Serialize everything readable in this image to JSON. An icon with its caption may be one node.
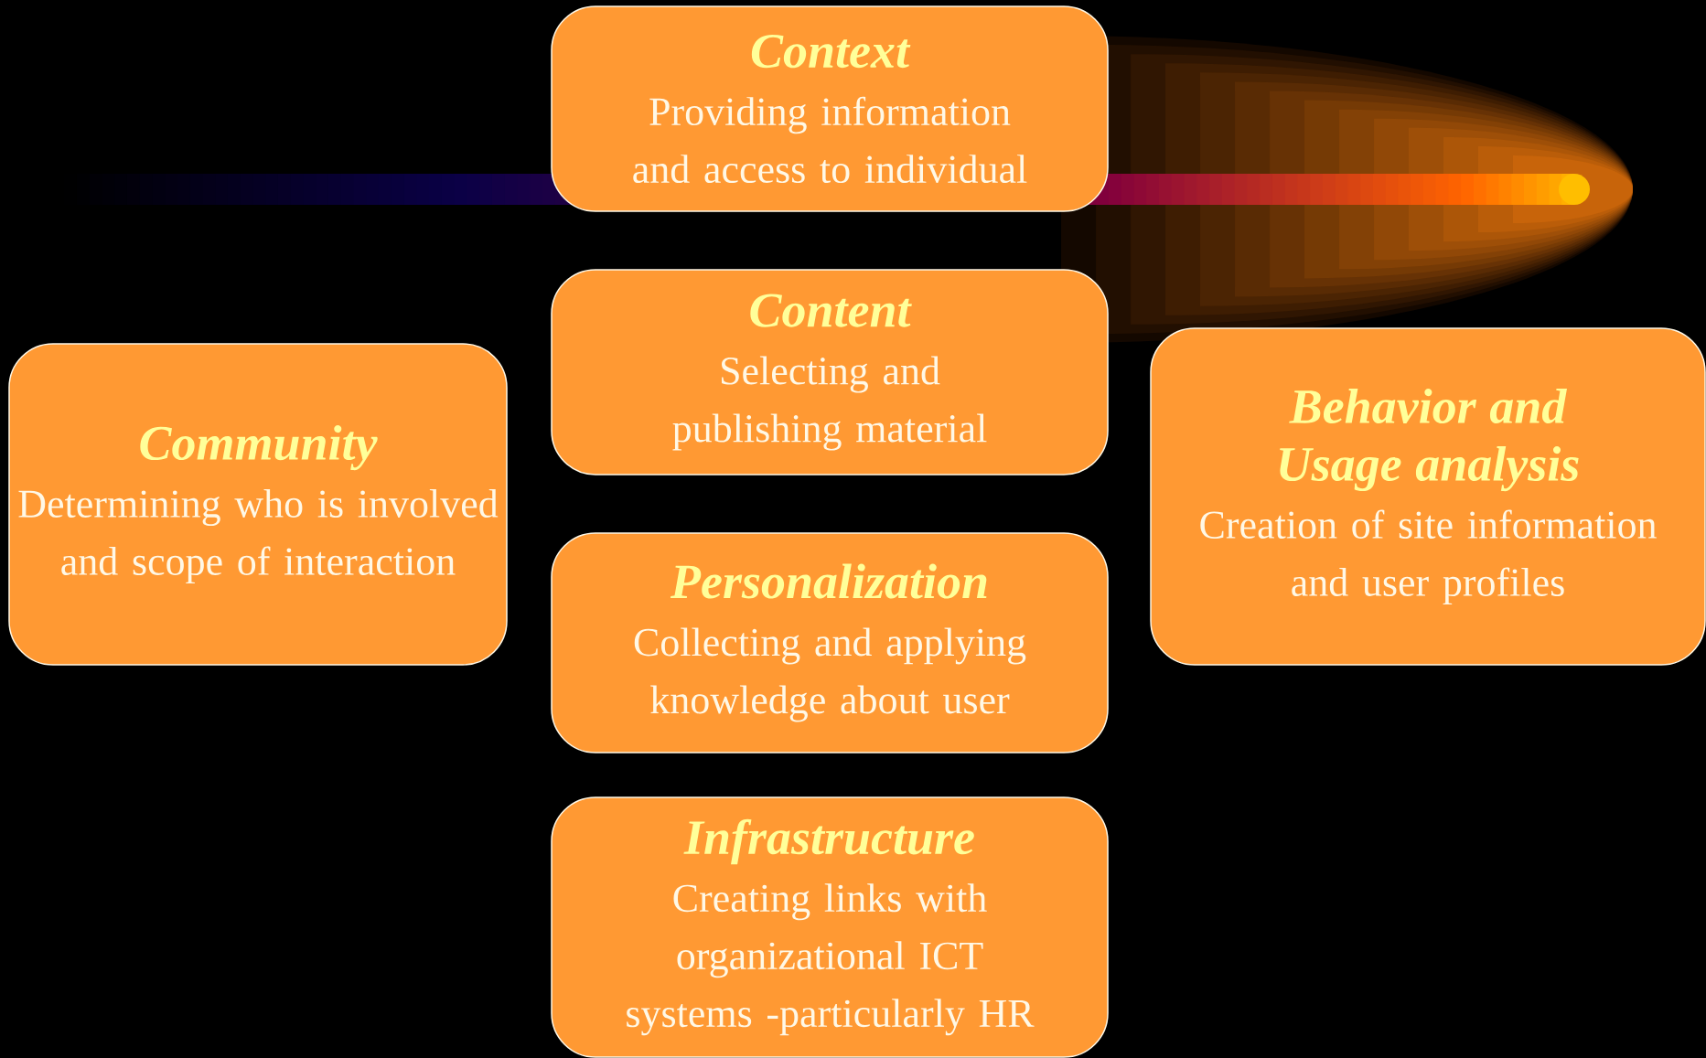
{
  "diagram": {
    "nodes": [
      {
        "text": [
          "Context",
          "Providing information and access to individual"
        ]
      },
      {
        "text": [
          "Content",
          "Selecting and publishing material"
        ]
      },
      {
        "text": [
          "Community",
          "Determining who is involved and scope of interaction"
        ]
      },
      {
        "text": [
          "Behavior and Usage analysis",
          "Creation of site information and user profiles"
        ]
      },
      {
        "text": [
          "Personalization",
          "Collecting and applying knowledge about user"
        ]
      },
      {
        "text": [
          "Infrastructure",
          "Creating links with organizational ICT systems -particularly HR"
        ]
      }
    ]
  }
}
